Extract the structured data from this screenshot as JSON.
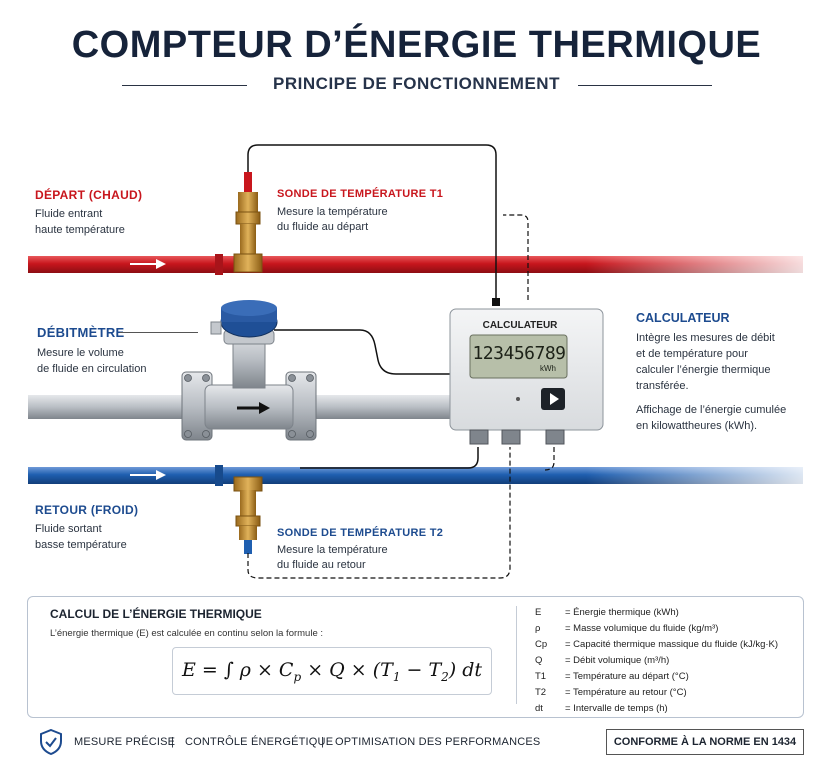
{
  "title": "COMPTEUR D’ÉNERGIE THERMIQUE",
  "subtitle": "PRINCIPE DE FONCTIONNEMENT",
  "labels": {
    "depart": {
      "heading": "DÉPART (CHAUD)",
      "line1": "Fluide entrant",
      "line2": "haute température"
    },
    "sonde_t1": {
      "heading": "SONDE DE TEMPÉRATURE T1",
      "line1": "Mesure la température",
      "line2": "du fluide au départ"
    },
    "debitmetre": {
      "heading": "DÉBITMÈTRE",
      "line1": "Mesure le volume",
      "line2": "de fluide en circulation"
    },
    "retour": {
      "heading": "RETOUR (FROID)",
      "line1": "Fluide sortant",
      "line2": "basse température"
    },
    "sonde_t2": {
      "heading": "SONDE DE TEMPÉRATURE T2",
      "line1": "Mesure la température",
      "line2": "du fluide au retour"
    },
    "calculateur": {
      "heading": "CALCULATEUR",
      "p1": [
        "Intègre les mesures de débit",
        "et de température pour",
        "calculer l’énergie thermique",
        "transférée."
      ],
      "p2": [
        "Affichage de l’énergie cumulée",
        "en kilowattheures (kWh)."
      ]
    }
  },
  "device": {
    "label": "CALCULATEUR",
    "reading": "123456789",
    "unit": "kWh"
  },
  "formula": {
    "title": "CALCUL DE L’ÉNERGIE THERMIQUE",
    "intro": "L’énergie thermique (E) est calculée en continu selon la formule :",
    "legend": [
      {
        "sym": "E",
        "def": "= Énergie thermique (kWh)"
      },
      {
        "sym": "ρ",
        "def": "= Masse volumique du fluide (kg/m³)"
      },
      {
        "sym": "Cp",
        "def": "= Capacité thermique massique du fluide (kJ/kg·K)"
      },
      {
        "sym": "Q",
        "def": "= Débit volumique (m³/h)"
      },
      {
        "sym": "T1",
        "def": "= Température au départ (°C)"
      },
      {
        "sym": "T2",
        "def": "= Température au retour (°C)"
      },
      {
        "sym": "dt",
        "def": "= Intervalle de temps (h)"
      }
    ]
  },
  "footer": {
    "items": [
      "MESURE PRÉCISE",
      "CONTRÔLE ÉNERGÉTIQUE",
      "OPTIMISATION DES PERFORMANCES"
    ],
    "separator": "|",
    "norm": "CONFORME À LA NORME EN 1434"
  },
  "colors": {
    "hot": "#c8161d",
    "cold": "#1f5fb0",
    "navy": "#1d4b8f",
    "steel": "#b9bec4"
  }
}
